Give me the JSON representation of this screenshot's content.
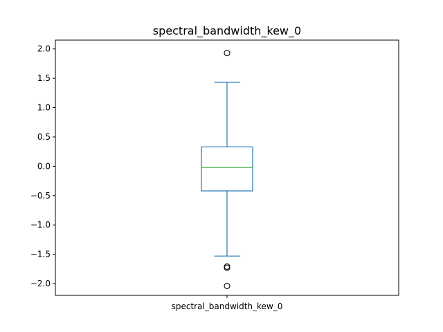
{
  "chart_data": {
    "type": "box",
    "title": "spectral_bandwidth_kew_0",
    "xlabel": "",
    "ylabel": "",
    "categories": [
      "spectral_bandwidth_kew_0"
    ],
    "ylim": [
      -2.2,
      2.15
    ],
    "yticks": [
      -2.0,
      -1.5,
      -1.0,
      -0.5,
      0.0,
      0.5,
      1.0,
      1.5,
      2.0
    ],
    "ytick_labels": [
      "−2.0",
      "−1.5",
      "−1.0",
      "−0.5",
      "0.0",
      "0.5",
      "1.0",
      "1.5",
      "2.0"
    ],
    "grid": false,
    "boxes": [
      {
        "name": "spectral_bandwidth_kew_0",
        "whisker_low": -1.53,
        "q1": -0.42,
        "median": -0.02,
        "q3": 0.33,
        "whisker_high": 1.43,
        "outliers": [
          1.93,
          -1.71,
          -1.73,
          -2.04
        ]
      }
    ],
    "colors": {
      "box": "#1f77b4",
      "median": "#2ca02c",
      "flier": "#000000"
    }
  }
}
